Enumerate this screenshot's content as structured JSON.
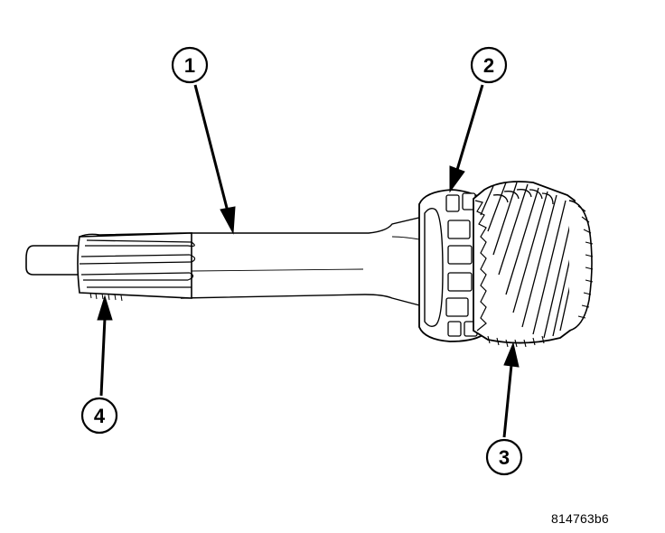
{
  "diagram": {
    "callouts": [
      {
        "number": "1"
      },
      {
        "number": "2"
      },
      {
        "number": "3"
      },
      {
        "number": "4"
      }
    ],
    "figure_id": "814763b6"
  }
}
